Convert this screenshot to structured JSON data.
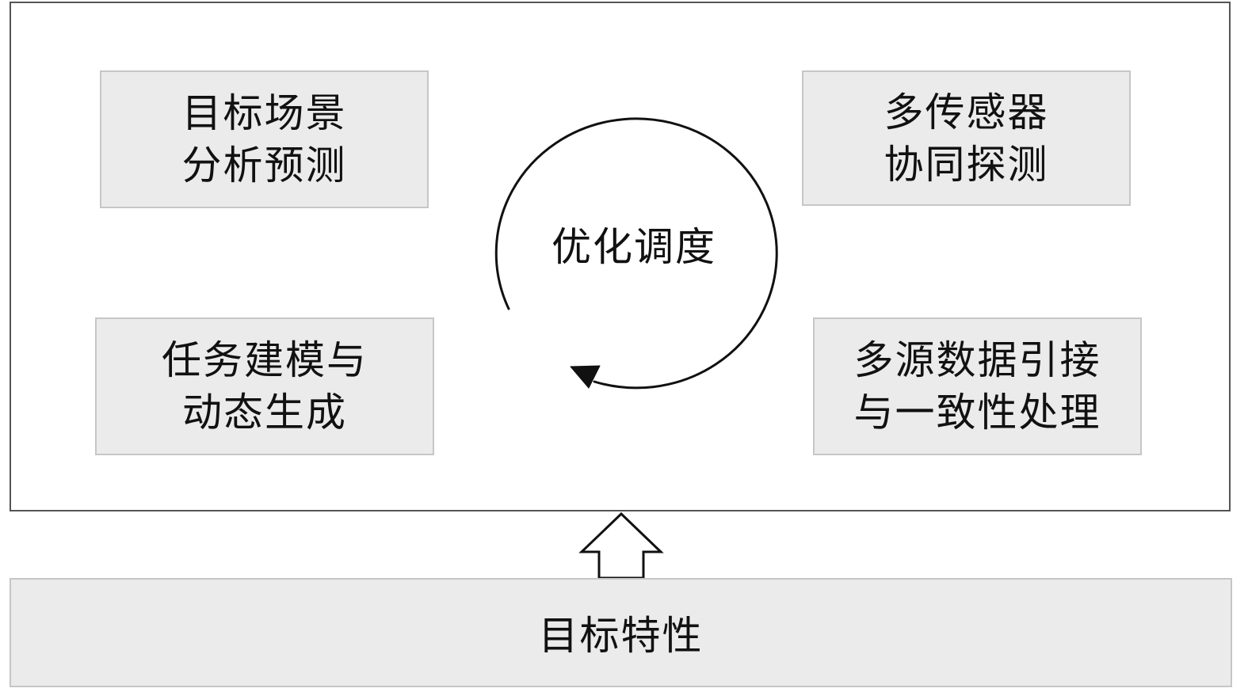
{
  "nodes": {
    "top_left": {
      "line1": "目标场景",
      "line2": "分析预测"
    },
    "top_right": {
      "line1": "多传感器",
      "line2": "协同探测"
    },
    "bottom_left": {
      "line1": "任务建模与",
      "line2": "动态生成"
    },
    "bottom_right": {
      "line1": "多源数据引接",
      "line2": "与一致性处理"
    }
  },
  "center": {
    "label": "优化调度"
  },
  "foundation": {
    "label": "目标特性"
  },
  "colors": {
    "box_fill": "#ebebeb",
    "box_border": "#c6c6c6",
    "frame_border": "#555555",
    "stroke": "#111111"
  },
  "icons": {
    "cycle": "clockwise-cycle-arrow-icon",
    "support": "hollow-up-arrow-icon"
  }
}
